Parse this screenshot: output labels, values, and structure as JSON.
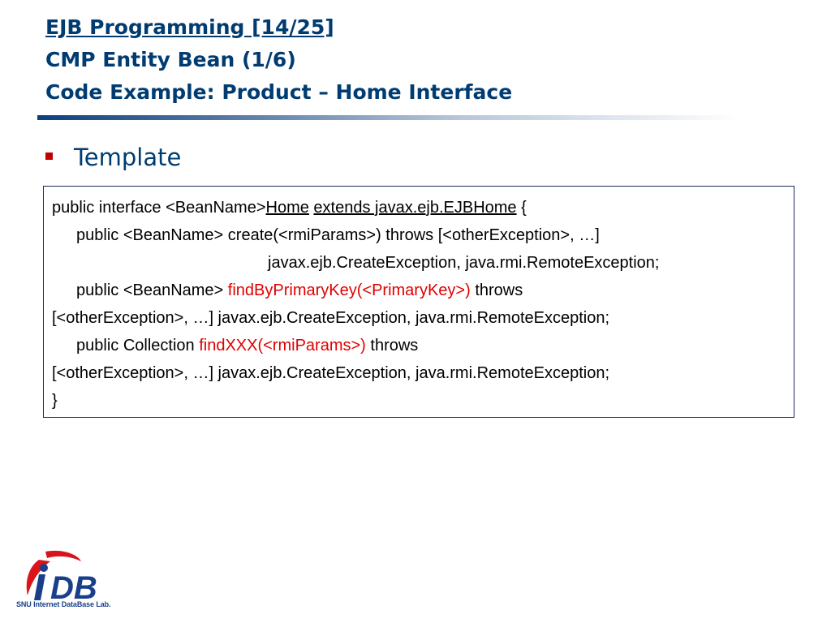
{
  "title": {
    "line1": "EJB Programming [14/25]",
    "line2": "CMP Entity Bean (1/6)",
    "line3": "Code Example: Product – Home Interface"
  },
  "bullet": {
    "text": "Template"
  },
  "code": {
    "l1_a": "public interface <BeanName>",
    "l1_b": "Home",
    "l1_c": " ",
    "l1_d": "extends javax.ejb.EJBHome",
    "l1_e": " {",
    "l2": "public <BeanName> create(<rmiParams>) throws [<otherException>, …]",
    "l3": "javax.ejb.CreateException, java.rmi.RemoteException;",
    "l4_a": "public <BeanName> ",
    "l4_b": "findByPrimaryKey(<PrimaryKey>)",
    "l4_c": " throws",
    "l5": "[<otherException>, …] javax.ejb.CreateException, java.rmi.RemoteException;",
    "l6_a": "public Collection ",
    "l6_b": "findXXX(<rmiParams>)",
    "l6_c": " throws",
    "l7": "[<otherException>, …] javax.ejb.CreateException, java.rmi.RemoteException;",
    "l8": "}"
  },
  "logo": {
    "letters": "DB",
    "caption": "SNU Internet DataBase Lab."
  },
  "colors": {
    "title": "#003c71",
    "bullet_marker": "#c00000",
    "highlight": "#e00000",
    "code_border": "#1f2a5a"
  }
}
